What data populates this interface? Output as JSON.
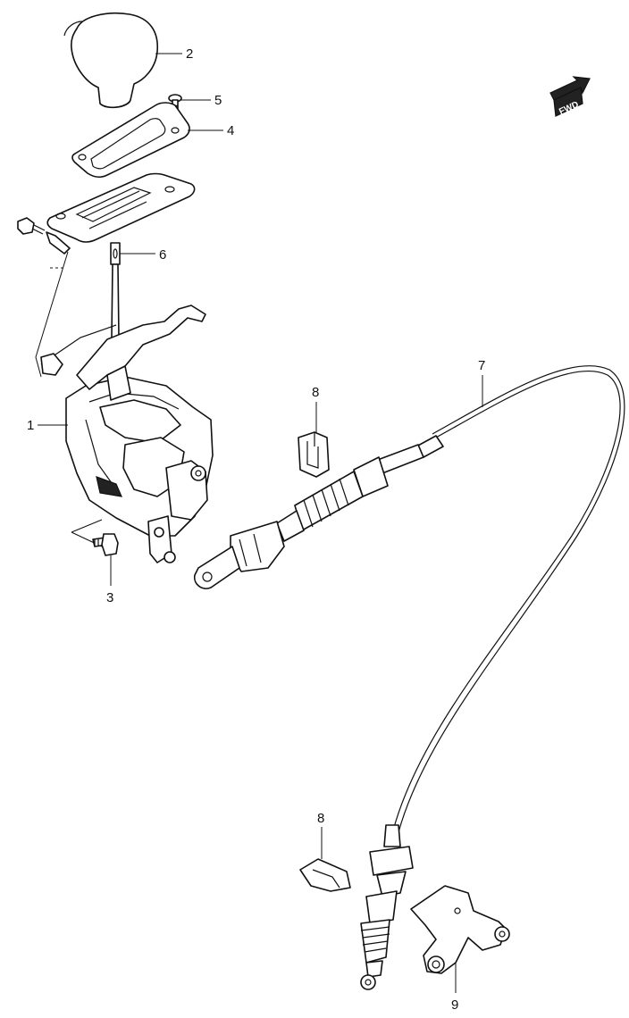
{
  "parts": [
    {
      "id": "1",
      "label": "1"
    },
    {
      "id": "2",
      "label": "2"
    },
    {
      "id": "3",
      "label": "3"
    },
    {
      "id": "4",
      "label": "4"
    },
    {
      "id": "5",
      "label": "5"
    },
    {
      "id": "6",
      "label": "6"
    },
    {
      "id": "7",
      "label": "7"
    },
    {
      "id": "8a",
      "label": "8"
    },
    {
      "id": "8b",
      "label": "8"
    },
    {
      "id": "9",
      "label": "9"
    }
  ],
  "fwd_arrow": {
    "text": "FWD"
  }
}
